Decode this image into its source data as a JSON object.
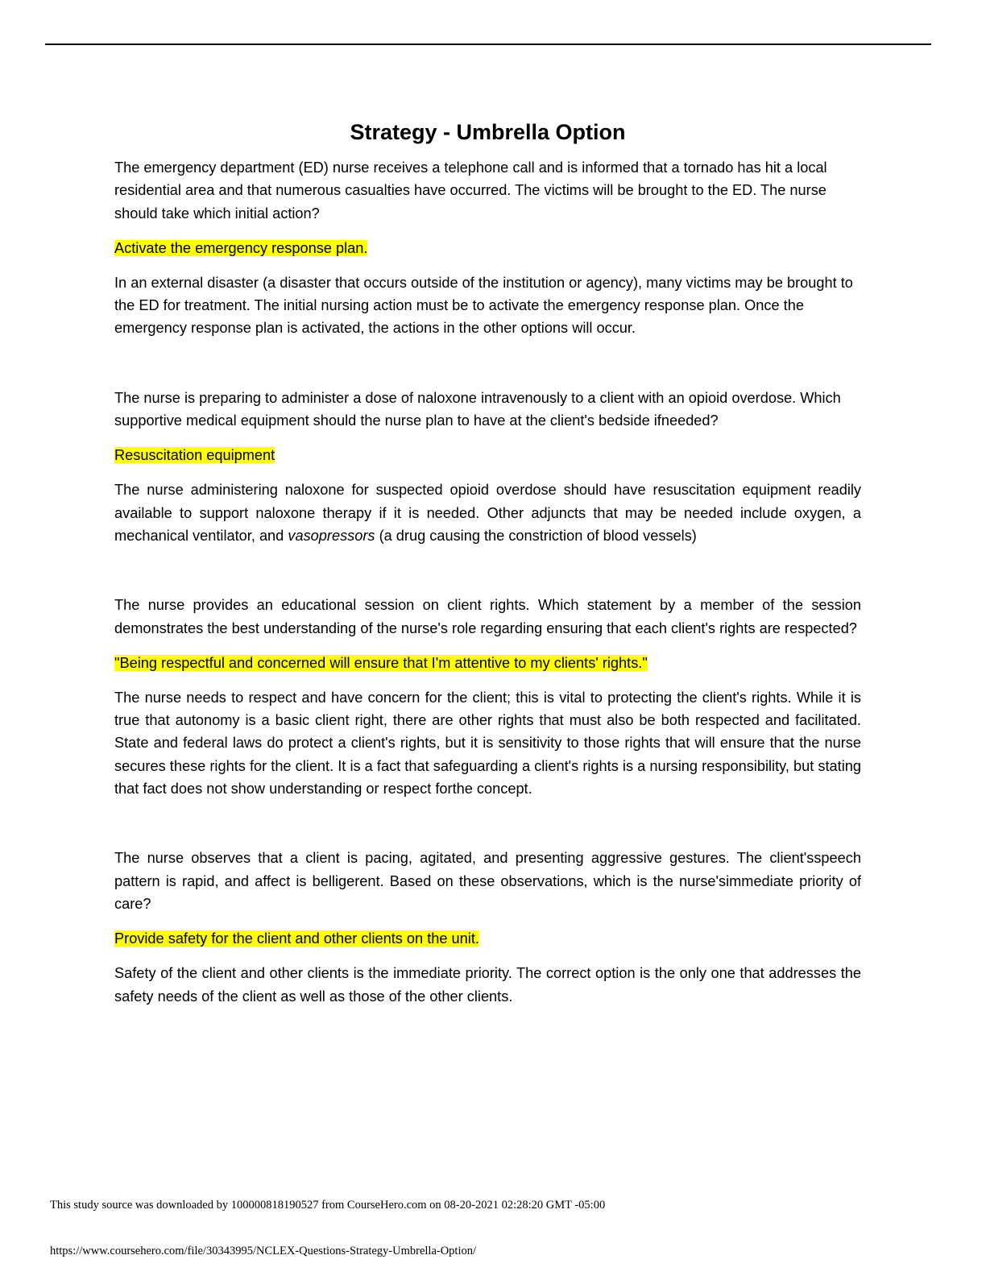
{
  "title": "Strategy - Umbrella Option",
  "q1": {
    "question": "The emergency department (ED) nurse receives a telephone call and is informed that a tornado has hit a local residential area and that numerous casualties have occurred. The victims will be brought to the ED. The nurse should take which initial action?",
    "answer": "Activate the emergency response plan.",
    "rationale": "In an external disaster (a disaster that occurs outside of the institution or agency), many victims may be brought to the ED for treatment. The initial nursing action must be to activate the emergency response plan. Once the emergency response plan is activated, the actions in the other options will occur."
  },
  "q2": {
    "question": "The nurse is preparing to administer a dose of naloxone intravenously to a client with an opioid overdose. Which supportive medical equipment should the nurse plan to have at the client's bedside ifneeded?",
    "answer": "Resuscitation equipment",
    "rationale_before": "The nurse administering naloxone for suspected opioid overdose should have resuscitation equipment readily available to support naloxone therapy if it is needed. Other adjuncts that may be needed include oxygen, a mechanical ventilator, and ",
    "rationale_italic": "vasopressors",
    "rationale_after": " (a drug causing the constriction of blood vessels)"
  },
  "q3": {
    "question": "The nurse provides an educational session on client rights. Which statement by a member of the session demonstrates the best understanding of the nurse's role regarding ensuring that each client's rights are respected?",
    "answer": "\"Being respectful and concerned will ensure that I'm attentive to my clients' rights.\"",
    "rationale": "The nurse needs to respect and have concern for the client; this is vital to protecting the client's rights. While it is true that autonomy is a basic client right, there are other rights that must also be both respected and facilitated. State and federal laws do protect a client's rights, but it is sensitivity to those rights that will ensure that the nurse secures these rights for the client. It is a fact that safeguarding a client's rights is a nursing responsibility, but stating that fact does not show understanding or respect forthe concept."
  },
  "q4": {
    "question": "The nurse observes that a client is pacing, agitated, and presenting aggressive gestures. The client'sspeech pattern is rapid, and affect is belligerent. Based on these observations, which is the nurse'simmediate priority of care?",
    "answer": "Provide safety for the client and other clients on the unit.",
    "rationale": "Safety of the client and other clients is the immediate priority. The correct option is the only one that addresses the safety needs of the client as well as those of the other clients."
  },
  "footer": {
    "note": "This study source was downloaded by 100000818190527 from CourseHero.com on 08-20-2021 02:28:20 GMT -05:00",
    "url": "https://www.coursehero.com/file/30343995/NCLEX-Questions-Strategy-Umbrella-Option/"
  },
  "colors": {
    "highlight": "#ffff00",
    "text": "#000000"
  }
}
